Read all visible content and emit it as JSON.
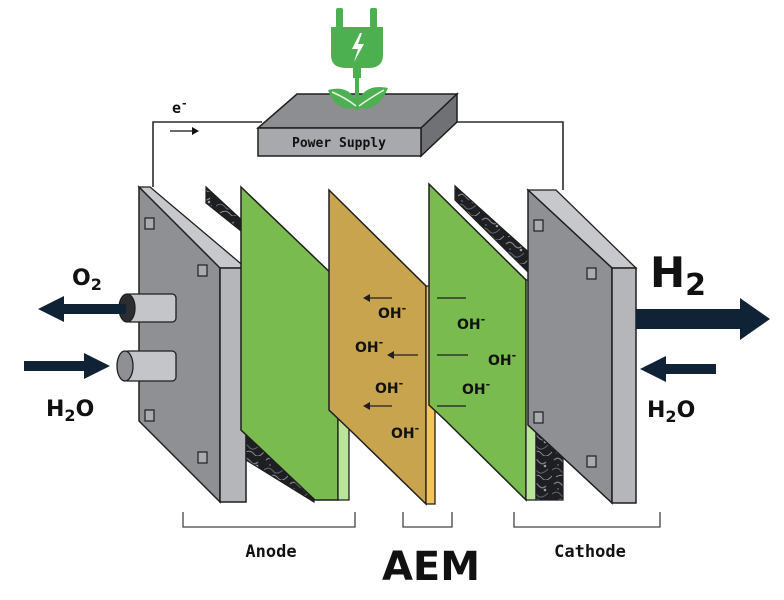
{
  "power_supply": {
    "label": "Power Supply"
  },
  "electron": {
    "symbol": "e",
    "charge": "-"
  },
  "left_ports": {
    "outlet": {
      "base": "O",
      "sub": "2"
    },
    "inlet": {
      "base": "H",
      "sub": "2",
      "tail": "O"
    }
  },
  "right_ports": {
    "outlet": {
      "base": "H",
      "sub": "2"
    },
    "inlet": {
      "base": "H",
      "sub": "2",
      "tail": "O"
    }
  },
  "ions": {
    "base": "OH",
    "charge": "-",
    "left_of_membrane": 4,
    "right_of_membrane": 3
  },
  "labels": {
    "anode": "Anode",
    "membrane": "AEM",
    "cathode": "Cathode"
  },
  "colors": {
    "arrow_navy": "#0f2236",
    "end_plate": "#8e9093",
    "end_plate_side": "#b4b6b9",
    "electrode_green": "#79bb4e",
    "electrode_green_side": "#b9e49a",
    "membrane_gold": "#c9a44e",
    "membrane_side": "#f2c55a",
    "plug_green": "#4caf50",
    "porous_dark": "#1d1f23"
  },
  "icons": [
    "plug-icon",
    "leaf-icon",
    "arrow-right-icon",
    "arrow-left-icon"
  ]
}
